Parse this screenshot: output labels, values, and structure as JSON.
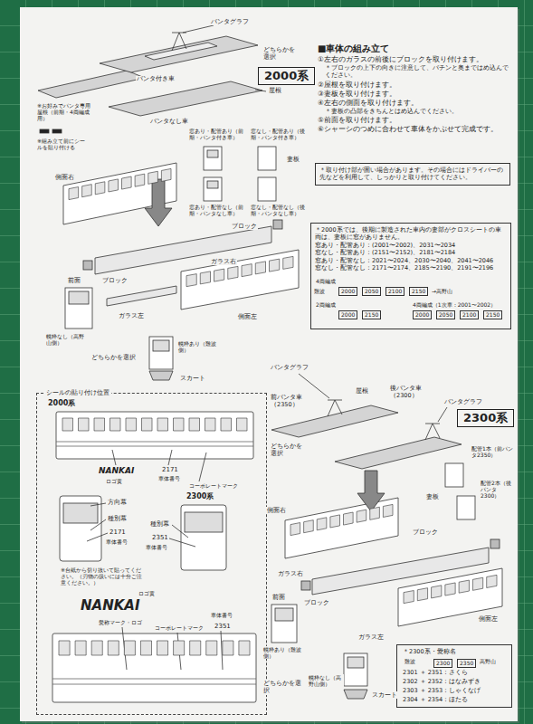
{
  "diagram": {
    "nodes": [
      {
        "text": [
          "2000系"
        ]
      },
      {
        "text": [
          "＊取り付け部が固い場合があります。その場合にはドライバーの先などを利用して、しっかりと取り付けてください。"
        ]
      },
      {
        "text": [
          "＊2000系では、後期に製造された車内の妻部がクロスシートの車両は、妻板に窓がありません。",
          "窓あり・配管あり：(2001〜2002)、2031〜2034",
          "窓なし・配管あり：(2151〜2152)、2181〜2184",
          "窓あり・配管なし：2021〜2024、2030〜2040、2041〜2046",
          "窓なし・配管なし：2171〜2174、2185〜2190、2191〜2196"
        ]
      },
      {
        "text": [
          "2000"
        ],
        "in": 2
      },
      {
        "text": [
          "2050"
        ],
        "in": 2
      },
      {
        "text": [
          "2100"
        ],
        "in": 2
      },
      {
        "text": [
          "2150"
        ],
        "in": 2
      },
      {
        "text": [
          "2000"
        ],
        "in": 2
      },
      {
        "text": [
          "2150"
        ],
        "in": 2
      },
      {
        "text": [
          "2000"
        ],
        "in": 2
      },
      {
        "text": [
          "2050"
        ],
        "in": 2
      },
      {
        "text": [
          "2100"
        ],
        "in": 2
      },
      {
        "text": [
          "2150"
        ],
        "in": 2
      },
      {
        "text": [
          "シールの貼り付け位置"
        ]
      },
      {
        "text": [
          "2300系"
        ]
      },
      {
        "text": [
          "＊2300系・愛称名",
          "2301 ＋ 2351：さくら",
          "2302 ＋ 2352：はなみずき",
          "2303 ＋ 2353：しゃくなげ",
          "2304 ＋ 2354：ほたる"
        ]
      },
      {
        "text": [
          "2300"
        ],
        "in": 15
      },
      {
        "text": [
          "2350"
        ],
        "in": 15
      }
    ],
    "edges": [
      {
        "from": 3,
        "to": 4,
        "arrow": "none"
      },
      {
        "from": 4,
        "to": 5,
        "arrow": "none"
      },
      {
        "from": 5,
        "to": 6,
        "arrow": "none"
      },
      {
        "from": 7,
        "to": 8,
        "arrow": "none"
      },
      {
        "from": 9,
        "to": 10,
        "arrow": "none"
      },
      {
        "from": 10,
        "to": 11,
        "arrow": "none"
      },
      {
        "from": 11,
        "to": 12,
        "arrow": "none"
      },
      {
        "from": 16,
        "to": 17,
        "arrow": "none"
      }
    ],
    "labels": [
      "パンタグラフ",
      "どちらかを選択",
      "※お好みでパンタ専用屋根（前期・4両編成用）",
      "※組み立て前にシールを貼り付ける",
      "パンタ付き車",
      "屋根",
      "パンタなし車",
      "窓あり・配管あり（前期・パンタ付き車）",
      "窓なし・配管あり（後期・パンタ付き車）",
      "妻板",
      "窓あり・配管なし（前期・パンタなし車）",
      "窓なし・配管なし（後期・パンタなし車）",
      "側面右",
      "ブロック",
      "ガラス右",
      "ブロック",
      "前面",
      "側面左",
      "ガラス左",
      "幌枠なし（高野山側）",
      "どちらかを選択",
      "幌枠あり（難波側）",
      "スカート",
      "■車体の組み立て",
      "①左右のガラスの前後にブロックを取り付けます。",
      "＊ブロックの上下の向きに注意して、パチンと奥まではめ込んでください。",
      "②屋根を取り付けます。",
      "③妻板を取り付けます。",
      "④左右の側面を取り付けます。",
      "＊妻板の凸部をきちんとはめ込んでください。",
      "⑤前面を取り付けます。",
      "⑥シャーシのつめに合わせて車体をかぶせて完成です。",
      "4両編成",
      "難波",
      "→高野山",
      "2両編成",
      "4両編成（1次車：2001〜2002）",
      "2000系",
      "NANKAI",
      "ロゴ黄",
      "2171",
      "車体番号",
      "コーポレートマーク",
      "方向幕",
      "種別幕",
      "2171",
      "車体番号",
      "2300系",
      "種別幕",
      "2351",
      "車体番号",
      "※台紙から切り抜いて貼ってください。（刃物の扱いには十分ご注意ください。）",
      "ロゴ黄",
      "NANKAI",
      "愛称マーク・ロゴ",
      "コーポレートマーク",
      "車体番号",
      "2351",
      "パンタグラフ",
      "屋根",
      "パンタグラフ",
      "前パンタ車（2350）",
      "後パンタ車（2300）",
      "どちらかを選択",
      "配管1本（前パンタ2350）",
      "妻板",
      "配管2本（後パンタ2300）",
      "側面右",
      "ブロック",
      "ガラス右",
      "ブロック",
      "前面",
      "側面左",
      "ガラス左",
      "幌枠あり（難波側）",
      "どちらかを選択",
      "幌枠なし（高野山側）",
      "スカート",
      "難波",
      "高野山"
    ]
  }
}
